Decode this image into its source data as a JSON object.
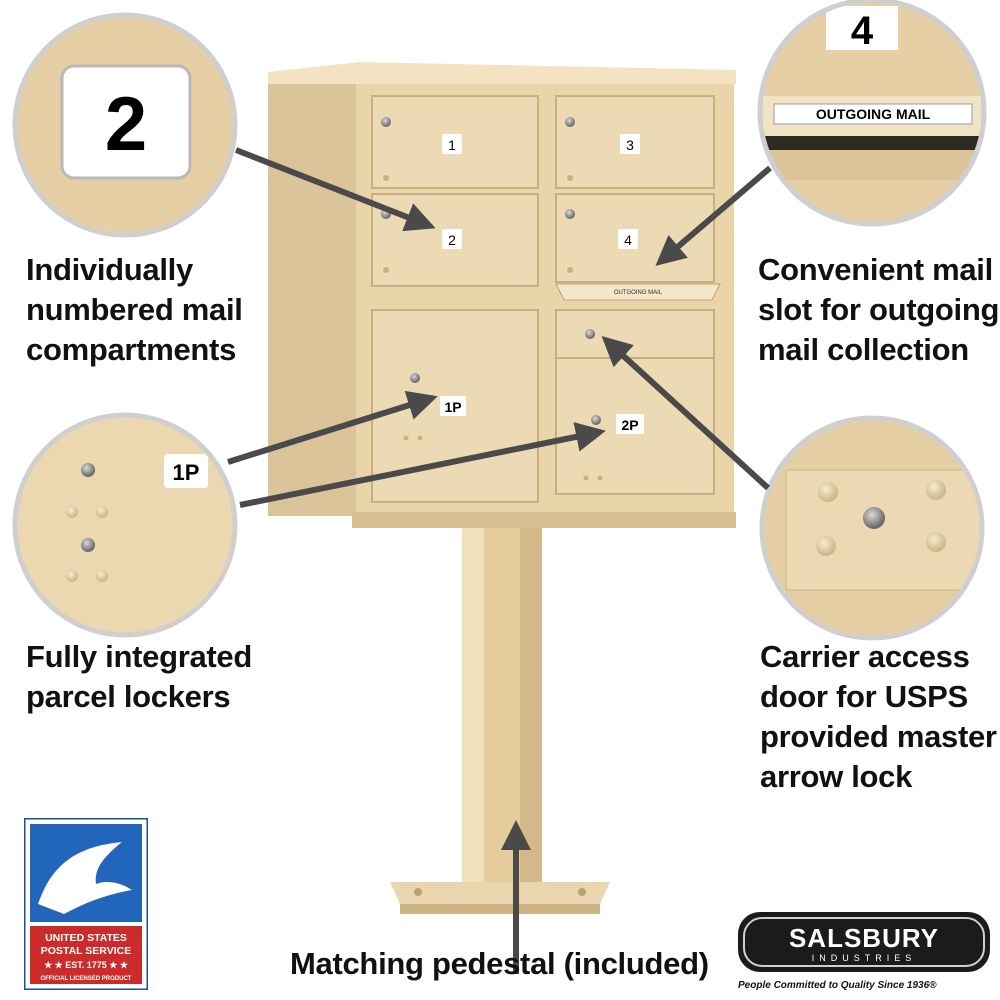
{
  "colors": {
    "body": "#e8d3a8",
    "body_dark": "#c9b184",
    "body_light": "#f2e2c2",
    "arrow": "#4a4a4a",
    "circle_border": "#cfcfcf"
  },
  "mailbox": {
    "compartments": [
      "1",
      "2",
      "3",
      "4"
    ],
    "parcel_lockers": [
      "1P",
      "2P"
    ],
    "outgoing_slot_label": "OUTGOING MAIL"
  },
  "callouts": {
    "numbered": {
      "detail_number": "2",
      "lines": [
        "Individually",
        "numbered mail",
        "compartments"
      ]
    },
    "parcel": {
      "detail_label": "1P",
      "lines": [
        "Fully integrated",
        "parcel lockers"
      ]
    },
    "outgoing": {
      "detail_number": "4",
      "detail_label": "OUTGOING MAIL",
      "lines": [
        "Convenient mail",
        "slot for outgoing",
        "mail collection"
      ]
    },
    "carrier": {
      "lines": [
        "Carrier access",
        "door for USPS",
        "provided master",
        "arrow lock"
      ]
    },
    "pedestal": {
      "lines": [
        "Matching pedestal (included)"
      ]
    }
  },
  "logos": {
    "usps": {
      "line1": "UNITED STATES",
      "line2": "POSTAL SERVICE",
      "line3": "★ ★ EST. 1775 ★ ★",
      "line4": "OFFICIAL LICENSED PRODUCT"
    },
    "salsbury": {
      "name": "SALSBURY",
      "sub": "INDUSTRIES",
      "tagline": "People Committed to Quality Since 1936®"
    }
  }
}
